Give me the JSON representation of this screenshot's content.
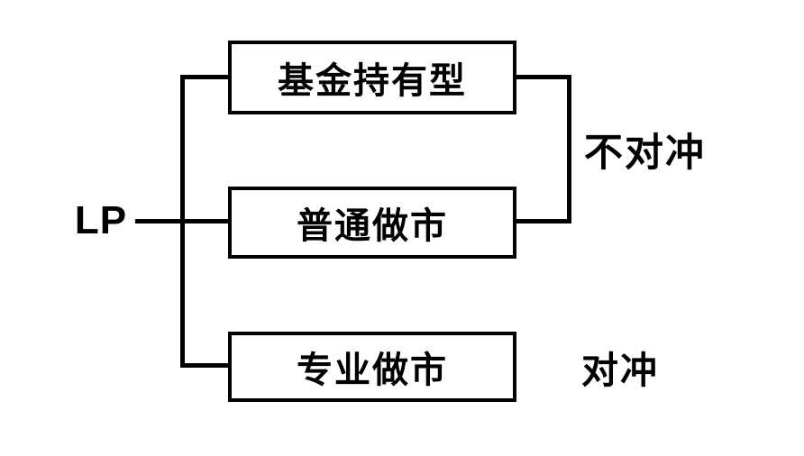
{
  "diagram": {
    "root": {
      "label": "LP"
    },
    "nodes": [
      {
        "label": "基金持有型",
        "group": "不对冲"
      },
      {
        "label": "普通做市",
        "group": "不对冲"
      },
      {
        "label": "专业做市",
        "group": "对冲"
      }
    ],
    "group_labels": {
      "unhedged": "不对冲",
      "hedged": "对冲"
    },
    "colors": {
      "line": "#000000",
      "text": "#000000",
      "background": "#ffffff"
    }
  }
}
